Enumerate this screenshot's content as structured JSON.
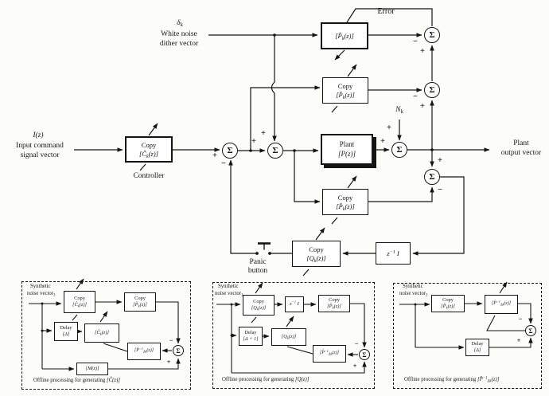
{
  "symbols": {
    "sigma": "Σ",
    "plus": "+",
    "minus": "−"
  },
  "words": {
    "copy": "Copy",
    "plant": "Plant",
    "delay": "Delay"
  },
  "formulas": {
    "p_hat": {
      "base": "[P̂",
      "sub": "k",
      "post": "(z)]"
    },
    "c_hat": {
      "base": "[Ĉ",
      "sub": "k",
      "post": "(z)]"
    },
    "q": {
      "base": "[Q",
      "sub": "k",
      "post": "(z)]"
    },
    "p": "[P(z)]",
    "m": "[M(z)]",
    "p_inv": {
      "base": "[P̂",
      "sup": "−1",
      "sub": "Δk",
      "post": "(z)]"
    },
    "z_inv": {
      "base": "z",
      "sup": "−1",
      "post": " I"
    },
    "delta": {
      "base": "δ",
      "sub": "k"
    },
    "n": {
      "base": "N",
      "sub": "k"
    },
    "delay": "[Δ]",
    "delay_plus1": "[Δ + 1]",
    "c": "[Ĉ(z)]",
    "q_plain": "[Q(z)]"
  },
  "main": {
    "dither_line1": "White noise",
    "dither_line2": "dither vector",
    "input_symbol": "I(z)",
    "input_line1": "Input command",
    "input_line2": "signal vector",
    "controller_caption": "Controller",
    "error": "Error",
    "output_line1": "Plant",
    "output_line2": "output vector",
    "panic_line1": "Panic",
    "panic_line2": "button"
  },
  "offline": {
    "left": {
      "source_line1": "Synthetic",
      "source_line2": "noise vector",
      "source_sub": "3",
      "caption": "Offline processing for generating "
    },
    "mid": {
      "source_line1": "Synthetic",
      "source_line2": "noise vector",
      "source_sub": "1",
      "caption": "Offline processing for generating "
    },
    "right": {
      "source_line1": "Synthetic",
      "source_line2": "noise vector",
      "source_sub": "2",
      "caption": "Offline processing for generating "
    }
  }
}
